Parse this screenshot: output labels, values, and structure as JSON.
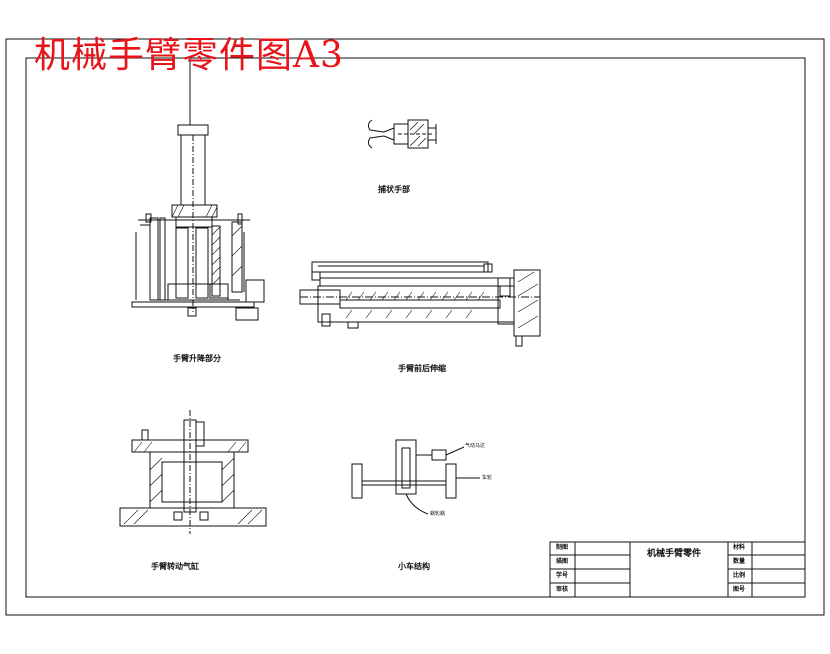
{
  "sheet": {
    "stamp_title": "机械手臂零件图A3"
  },
  "views": {
    "gripper": "捕状手部",
    "arm_lift": "手臂升降部分",
    "arm_telescope": "手臂前后伸缩",
    "arm_rotate": "手臂转动气缸",
    "cart": "小车结构"
  },
  "cart_notes": {
    "top": "气动马达",
    "right": "车轮",
    "bottom": "蜗轮蜗"
  },
  "title_block": {
    "drawing_name": "机械手臂零件",
    "left_labels": [
      "制图",
      "描图",
      "学号",
      "审核"
    ],
    "right_labels": [
      "材料",
      "数量",
      "比例",
      "图号"
    ]
  },
  "colors": {
    "stamp": "#e8141a",
    "line": "#111111"
  }
}
